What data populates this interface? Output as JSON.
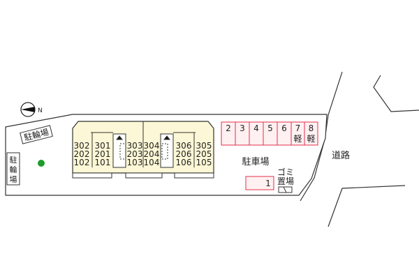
{
  "compass": {
    "label": "N"
  },
  "labels": {
    "bicycle_parking_slanted": "駐輪場",
    "bicycle_parking_vertical": [
      "駐",
      "輪",
      "場"
    ],
    "parking": "駐車場",
    "road": "道路",
    "garbage": [
      "ゴミ",
      "置場"
    ]
  },
  "building": {
    "units": [
      {
        "floors": [
          "302",
          "202",
          "102"
        ]
      },
      {
        "floors": [
          "301",
          "201",
          "101"
        ]
      },
      {
        "floors": [
          "303",
          "203",
          "103"
        ]
      },
      {
        "floors": [
          "304",
          "204",
          "104"
        ]
      },
      {
        "floors": [
          "306",
          "206",
          "106"
        ]
      },
      {
        "floors": [
          "305",
          "205",
          "105"
        ]
      }
    ]
  },
  "parking_spaces": [
    {
      "label": "2",
      "lines": [
        "2"
      ]
    },
    {
      "label": "3",
      "lines": [
        "3"
      ]
    },
    {
      "label": "4",
      "lines": [
        "4"
      ]
    },
    {
      "label": "5",
      "lines": [
        "5"
      ]
    },
    {
      "label": "6",
      "lines": [
        "6"
      ]
    },
    {
      "label": "7軽",
      "lines": [
        "7",
        "軽"
      ]
    },
    {
      "label": "8軽",
      "lines": [
        "8",
        "軽"
      ]
    },
    {
      "label": "1",
      "lines": [
        "1"
      ]
    }
  ],
  "colors": {
    "outline": "#333333",
    "building_fill": "#fcf7d6",
    "parking_stroke": "#e0304a",
    "parking_fill": "#fff0f2",
    "tree": "#1e9b2b"
  }
}
